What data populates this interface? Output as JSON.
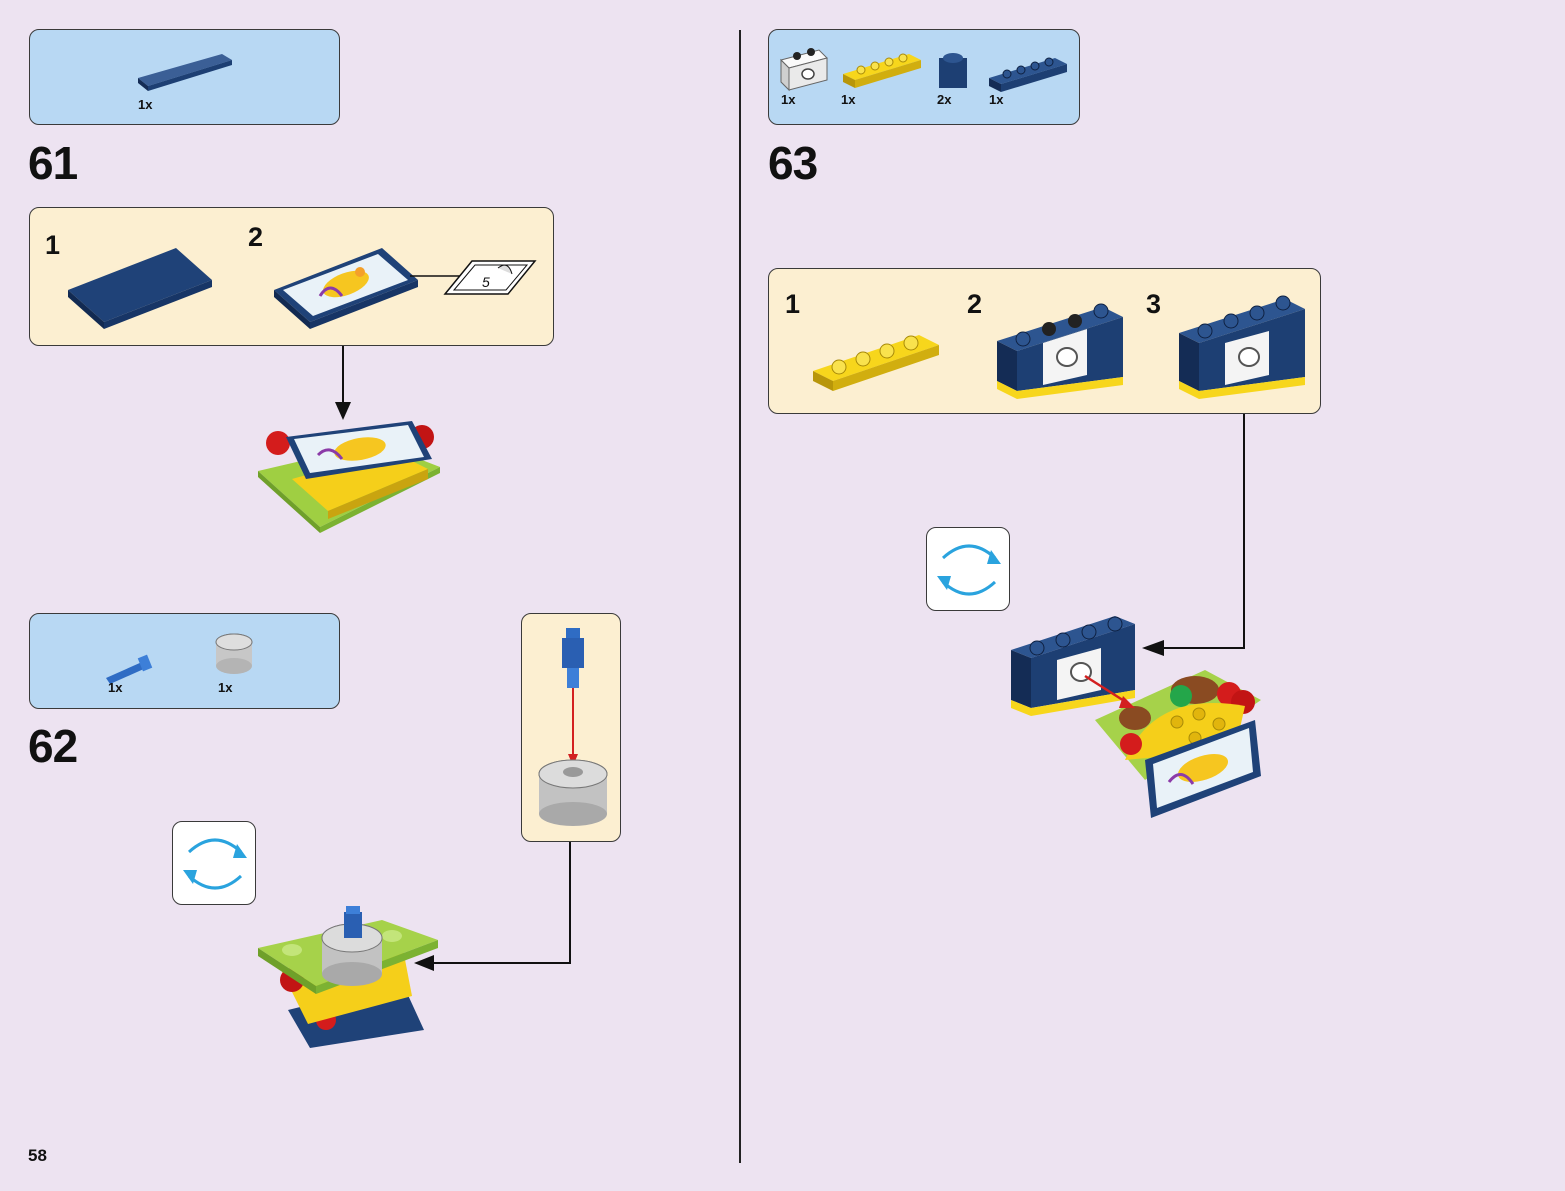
{
  "page": {
    "number": "58"
  },
  "colors": {
    "background": "#ede3f1",
    "parts_box": "#b8d8f3",
    "sub_box": "#fcefd1",
    "dark_blue": "#1d3f73",
    "yellow": "#f7d61c",
    "lime": "#a6d24a",
    "red": "#d41c1c",
    "rotate_arrow": "#2aa3de",
    "connector_red": "#d32020"
  },
  "steps": [
    {
      "number": "61",
      "parts": [
        {
          "qty": "1x",
          "icon": "dark-blue-tile-2x4"
        }
      ],
      "substeps": [
        {
          "number": "1"
        },
        {
          "number": "2",
          "sticker": "5"
        }
      ]
    },
    {
      "number": "62",
      "parts": [
        {
          "qty": "1x",
          "icon": "blue-pin"
        },
        {
          "qty": "1x",
          "icon": "grey-round-brick-2x2"
        }
      ]
    },
    {
      "number": "63",
      "parts": [
        {
          "qty": "1x",
          "icon": "white-technic-brick-1x2"
        },
        {
          "qty": "1x",
          "icon": "yellow-plate-1x4"
        },
        {
          "qty": "2x",
          "icon": "dark-blue-brick-1x1"
        },
        {
          "qty": "1x",
          "icon": "dark-blue-plate-1x4"
        }
      ],
      "substeps": [
        {
          "number": "1"
        },
        {
          "number": "2"
        },
        {
          "number": "3"
        }
      ]
    }
  ]
}
